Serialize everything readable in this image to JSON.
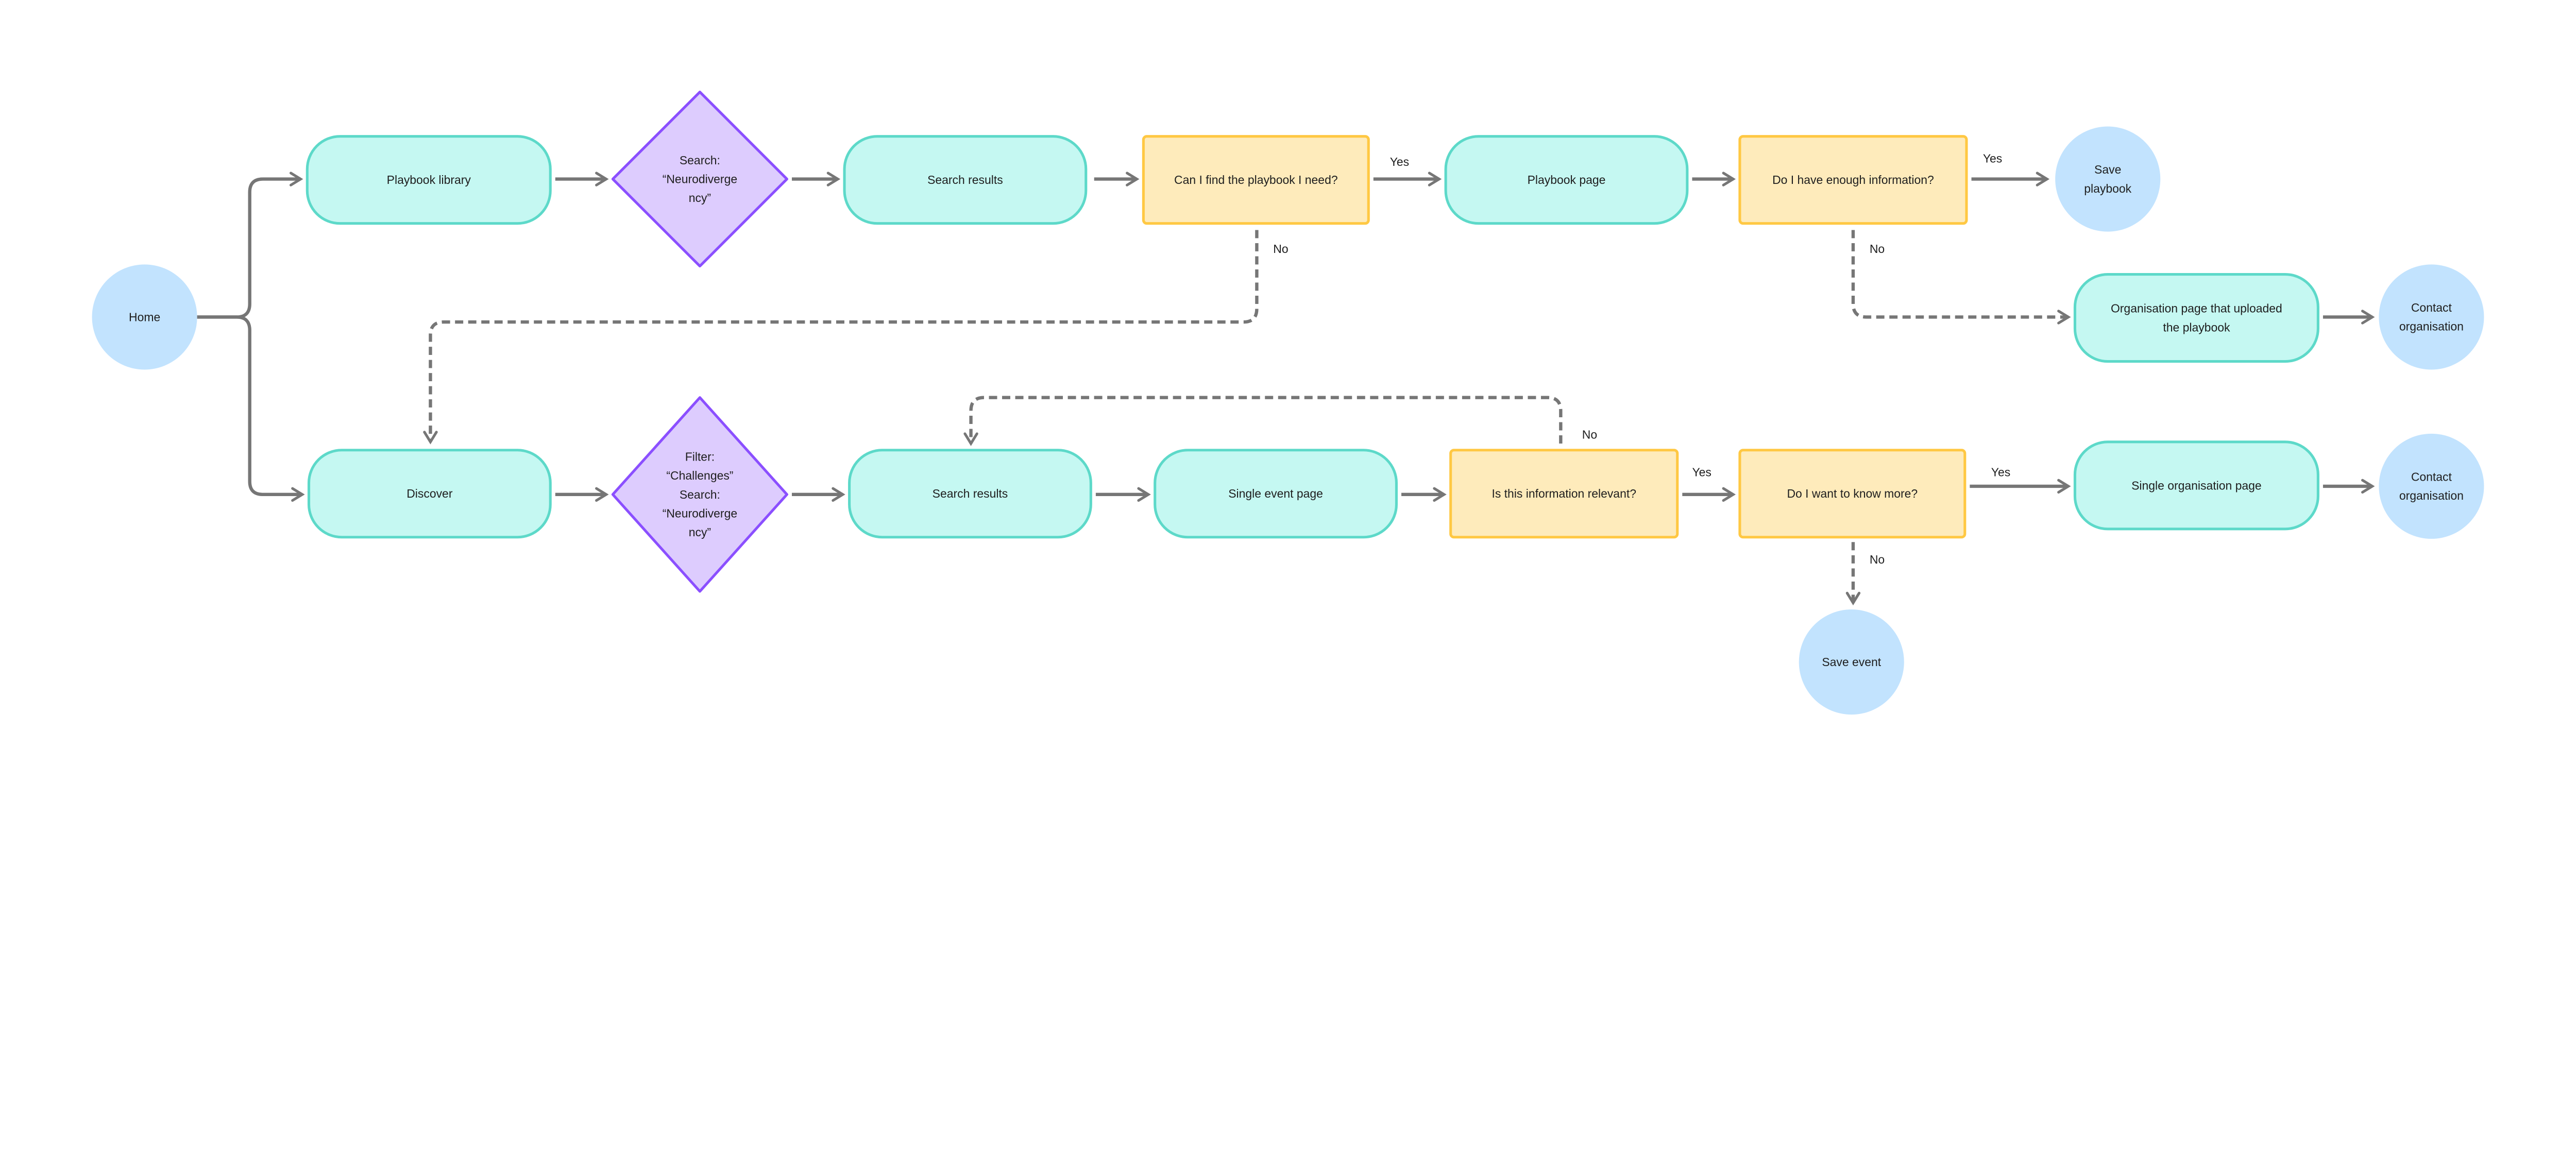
{
  "colors": {
    "page_fill": "#C5F8F2",
    "page_stroke": "#5DD9C9",
    "action_fill": "#DDCCFE",
    "action_stroke": "#8B4FFF",
    "decision_fill": "#FEEBBB",
    "decision_stroke": "#FFC843",
    "terminal_fill": "#C2E3FE",
    "connector": "#767676"
  },
  "nodes": [
    {
      "id": "home",
      "shape": "circle",
      "lines": [
        "Home"
      ]
    },
    {
      "id": "playbook-library",
      "shape": "page",
      "lines": [
        "Playbook library"
      ]
    },
    {
      "id": "search-action-1",
      "shape": "action",
      "lines": [
        "Search:",
        "“Neurodiverge",
        "ncy”"
      ]
    },
    {
      "id": "search-results-1",
      "shape": "page",
      "lines": [
        "Search results"
      ]
    },
    {
      "id": "decision-find-playbook",
      "shape": "decision",
      "lines": [
        "Can I find the playbook I need?"
      ]
    },
    {
      "id": "playbook-page",
      "shape": "page",
      "lines": [
        "Playbook page"
      ]
    },
    {
      "id": "decision-enough-info",
      "shape": "decision",
      "lines": [
        "Do I have enough information?"
      ]
    },
    {
      "id": "save-playbook",
      "shape": "circle",
      "lines": [
        "Save",
        "playbook"
      ]
    },
    {
      "id": "org-page-uploaded",
      "shape": "page",
      "lines": [
        "Organisation page that uploaded",
        "the playbook"
      ]
    },
    {
      "id": "contact-org-1",
      "shape": "circle",
      "lines": [
        "Contact",
        "organisation"
      ]
    },
    {
      "id": "discover",
      "shape": "page",
      "lines": [
        "Discover"
      ]
    },
    {
      "id": "filter-search-action",
      "shape": "action",
      "lines": [
        "Filter:",
        "“Challenges”",
        "Search:",
        "“Neurodiverge",
        "ncy”"
      ]
    },
    {
      "id": "search-results-2",
      "shape": "page",
      "lines": [
        "Search results"
      ]
    },
    {
      "id": "single-event-page",
      "shape": "page",
      "lines": [
        "Single event page"
      ]
    },
    {
      "id": "decision-relevant",
      "shape": "decision",
      "lines": [
        "Is this information relevant?"
      ]
    },
    {
      "id": "decision-know-more",
      "shape": "decision",
      "lines": [
        "Do I want to know more?"
      ]
    },
    {
      "id": "single-org-page",
      "shape": "page",
      "lines": [
        "Single organisation page"
      ]
    },
    {
      "id": "contact-org-2",
      "shape": "circle",
      "lines": [
        "Contact",
        "organisation"
      ]
    },
    {
      "id": "save-event",
      "shape": "circle",
      "lines": [
        "Save event"
      ]
    }
  ],
  "edges": [
    {
      "id": "home-to-library",
      "from": "home",
      "to": "playbook-library",
      "style": "solid",
      "label": ""
    },
    {
      "id": "home-to-discover",
      "from": "home",
      "to": "discover",
      "style": "solid",
      "label": ""
    },
    {
      "id": "library-to-search",
      "from": "playbook-library",
      "to": "search-action-1",
      "style": "solid",
      "label": ""
    },
    {
      "id": "search-to-results1",
      "from": "search-action-1",
      "to": "search-results-1",
      "style": "solid",
      "label": ""
    },
    {
      "id": "results1-to-decision",
      "from": "search-results-1",
      "to": "decision-find-playbook",
      "style": "solid",
      "label": ""
    },
    {
      "id": "find-yes",
      "from": "decision-find-playbook",
      "to": "playbook-page",
      "style": "solid",
      "label": "Yes"
    },
    {
      "id": "find-no",
      "from": "decision-find-playbook",
      "to": "discover",
      "style": "dashed",
      "label": "No"
    },
    {
      "id": "playbook-to-decision",
      "from": "playbook-page",
      "to": "decision-enough-info",
      "style": "solid",
      "label": ""
    },
    {
      "id": "enough-yes",
      "from": "decision-enough-info",
      "to": "save-playbook",
      "style": "solid",
      "label": "Yes"
    },
    {
      "id": "enough-no",
      "from": "decision-enough-info",
      "to": "org-page-uploaded",
      "style": "dashed",
      "label": "No"
    },
    {
      "id": "org-to-contact1",
      "from": "org-page-uploaded",
      "to": "contact-org-1",
      "style": "solid",
      "label": ""
    },
    {
      "id": "discover-to-filter",
      "from": "discover",
      "to": "filter-search-action",
      "style": "solid",
      "label": ""
    },
    {
      "id": "filter-to-results2",
      "from": "filter-search-action",
      "to": "search-results-2",
      "style": "solid",
      "label": ""
    },
    {
      "id": "results2-to-event",
      "from": "search-results-2",
      "to": "single-event-page",
      "style": "solid",
      "label": ""
    },
    {
      "id": "event-to-relevant",
      "from": "single-event-page",
      "to": "decision-relevant",
      "style": "solid",
      "label": ""
    },
    {
      "id": "relevant-no",
      "from": "decision-relevant",
      "to": "search-results-2",
      "style": "dashed",
      "label": "No"
    },
    {
      "id": "relevant-yes",
      "from": "decision-relevant",
      "to": "decision-know-more",
      "style": "solid",
      "label": "Yes"
    },
    {
      "id": "know-more-yes",
      "from": "decision-know-more",
      "to": "single-org-page",
      "style": "solid",
      "label": "Yes"
    },
    {
      "id": "know-more-no",
      "from": "decision-know-more",
      "to": "save-event",
      "style": "dashed",
      "label": "No"
    },
    {
      "id": "org-to-contact2",
      "from": "single-org-page",
      "to": "contact-org-2",
      "style": "solid",
      "label": ""
    }
  ]
}
